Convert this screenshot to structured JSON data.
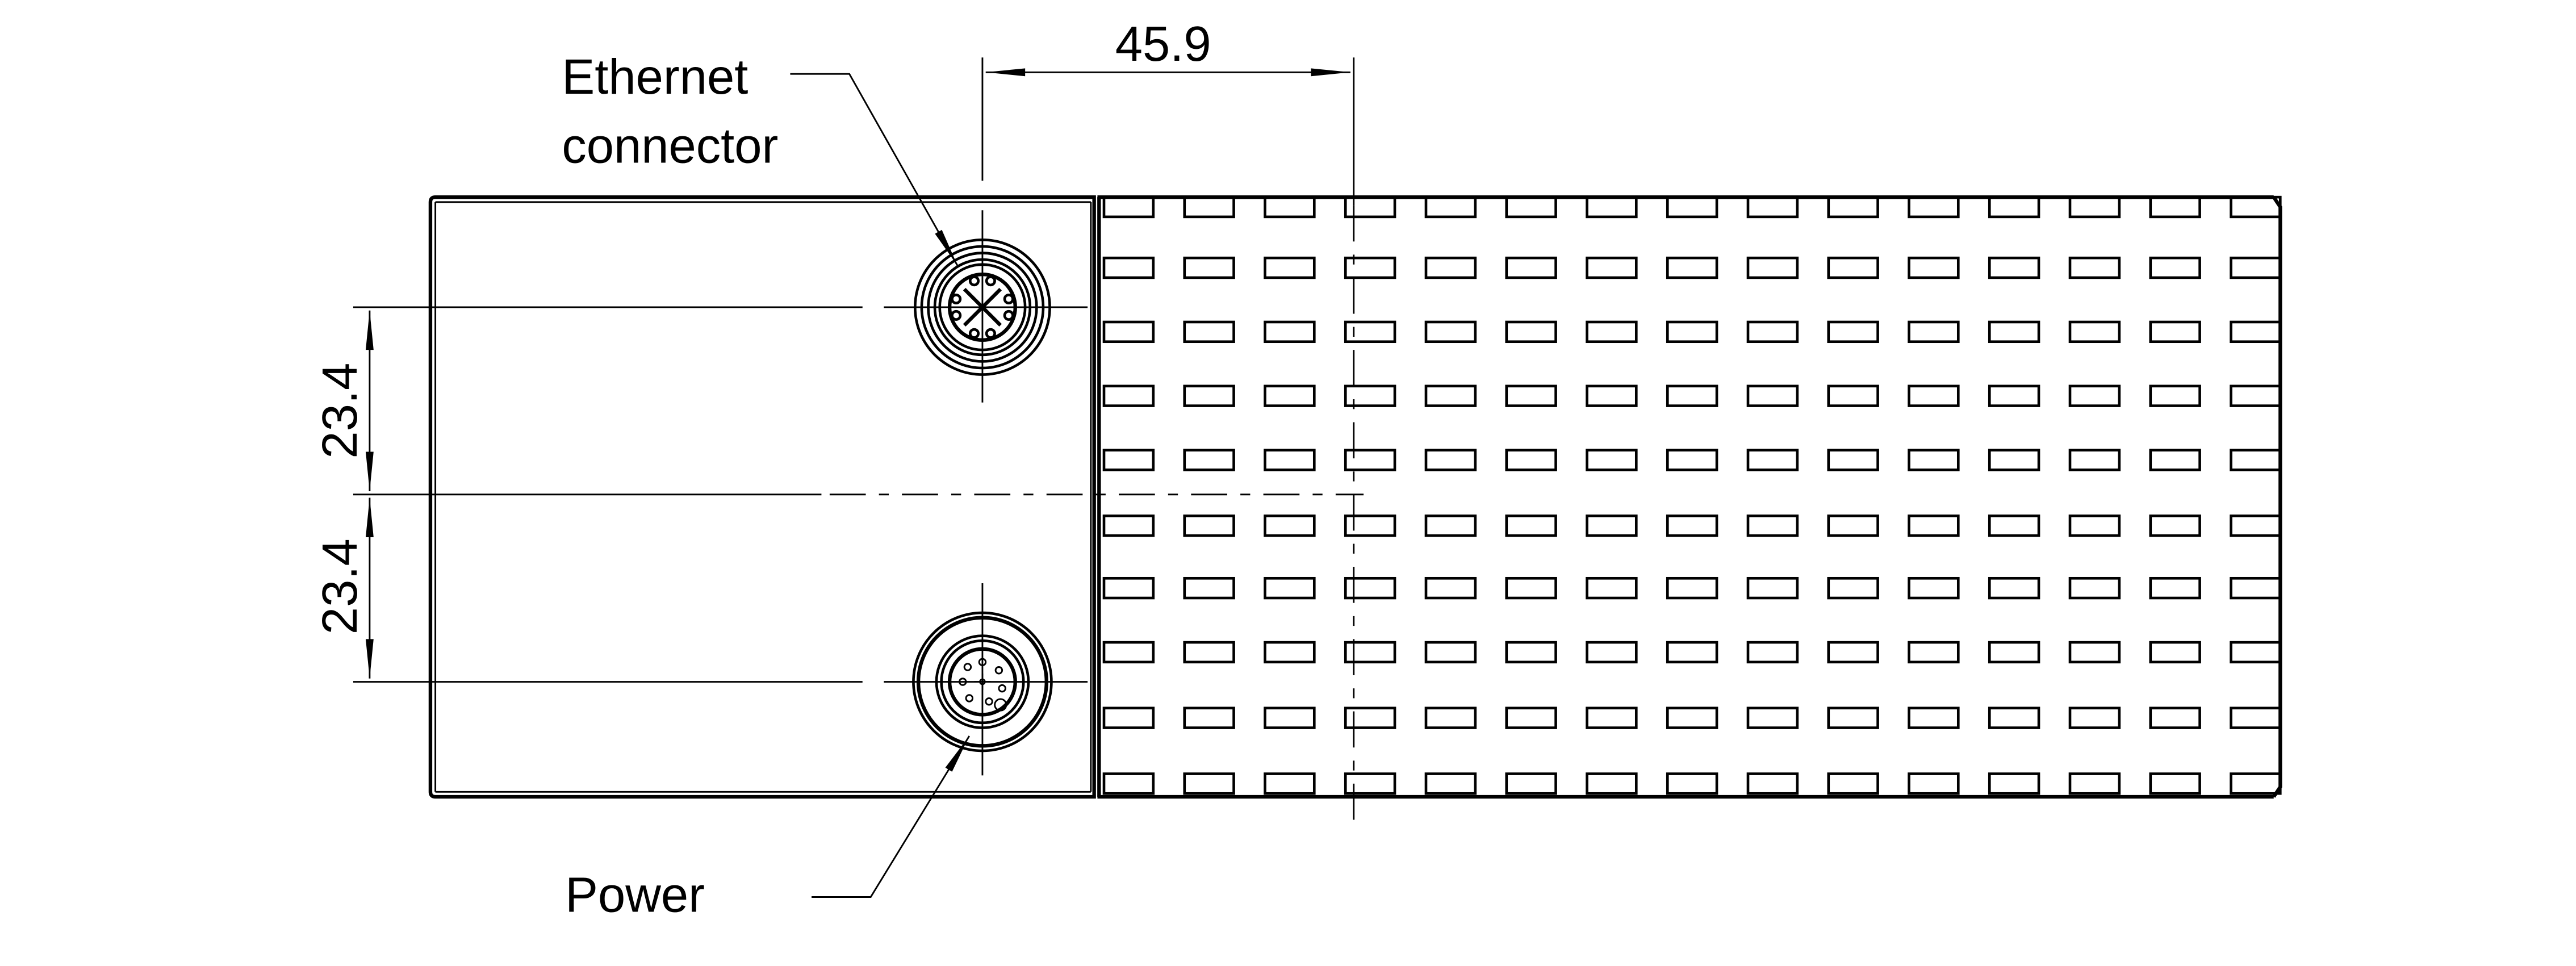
{
  "drawing": {
    "type": "technical-dimension-drawing",
    "view": "top",
    "line_color": "#000000",
    "background": "#ffffff"
  },
  "labels": {
    "ethernet_line1": "Ethernet",
    "ethernet_line2": "connector",
    "power": "Power"
  },
  "dimensions": {
    "horizontal": "45.9",
    "vertical_upper": "23.4",
    "vertical_lower": "23.4"
  },
  "heatsink": {
    "rows": 10,
    "columns": 15
  }
}
